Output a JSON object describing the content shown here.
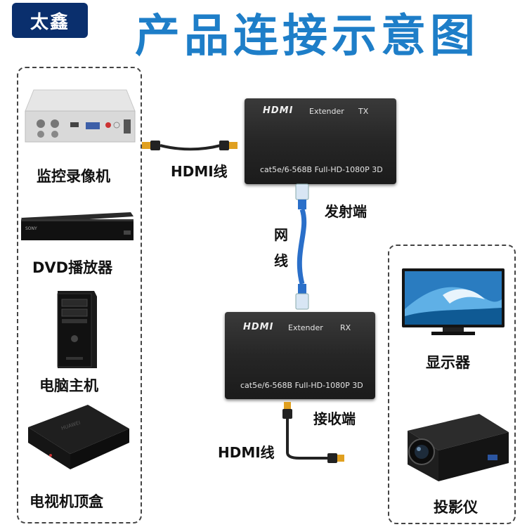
{
  "header": {
    "brand": "太鑫",
    "title": "产品连接示意图"
  },
  "sources": [
    {
      "label": "监控录像机",
      "icon": "dvr-recorder-icon"
    },
    {
      "label": "DVD播放器",
      "icon": "dvd-player-icon"
    },
    {
      "label": "电脑主机",
      "icon": "desktop-pc-icon"
    },
    {
      "label": "电视机顶盒",
      "icon": "tv-set-top-box-icon"
    }
  ],
  "displays": [
    {
      "label": "显示器",
      "icon": "monitor-icon"
    },
    {
      "label": "投影仪",
      "icon": "projector-icon"
    }
  ],
  "tx": {
    "logo": "HDMI",
    "name": "Extender",
    "tag": "TX",
    "spec": "cat5e/6-568B Full-HD-1080P  3D",
    "label": "发射端"
  },
  "rx": {
    "logo": "HDMI",
    "name": "Extender",
    "tag": "RX",
    "spec": "cat5e/6-568B Full-HD-1080P  3D",
    "label": "接收端"
  },
  "cables": {
    "hdmi_in_label": "HDMI线",
    "hdmi_out_label": "HDMI线",
    "network_label_1": "网",
    "network_label_2": "线"
  },
  "colors": {
    "title_blue": "#1e7ec8",
    "brand_navy": "#0a2f6d",
    "network_cable": "#2a6fc9",
    "hdmi_tip": "#e0a020"
  }
}
